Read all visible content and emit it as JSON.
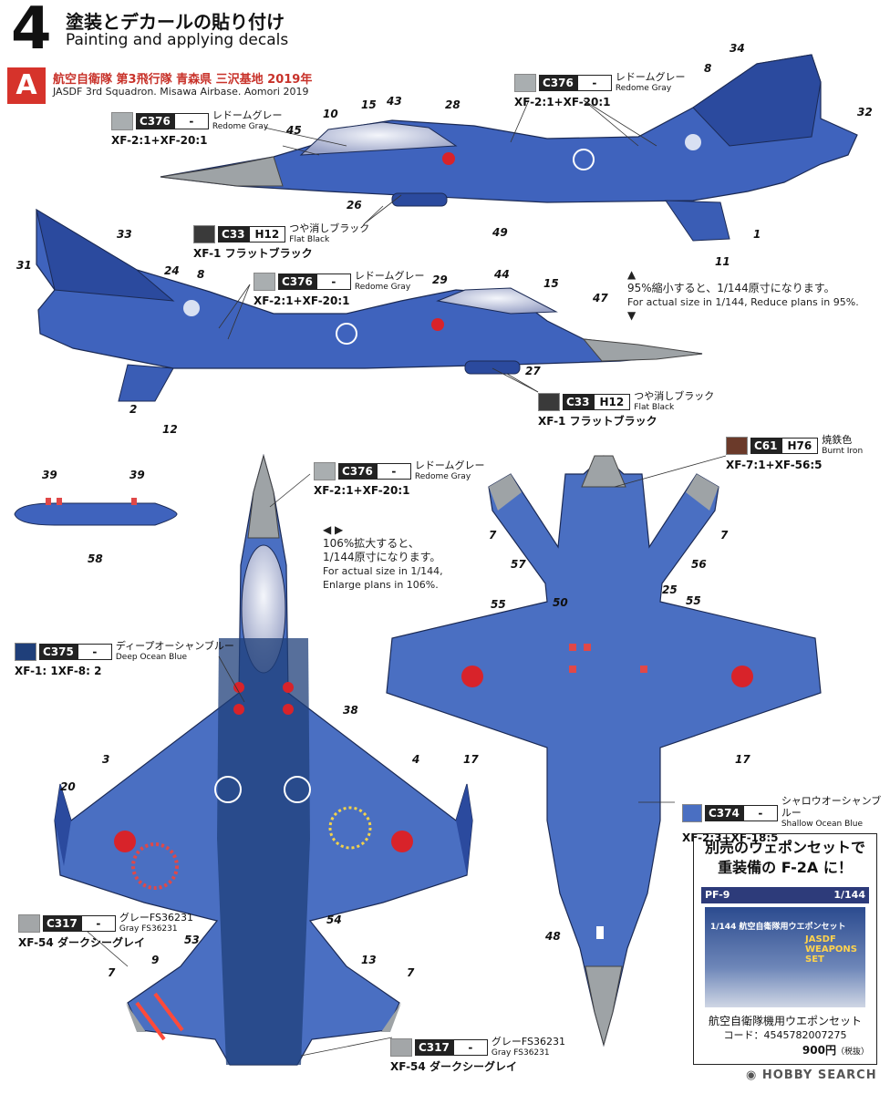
{
  "header": {
    "step": "4",
    "title_jp": "塗装とデカールの貼り付け",
    "title_en": "Painting and applying decals",
    "variant_letter": "A",
    "variant_jp": "航空自衛隊 第3飛行隊 青森県 三沢基地 2019年",
    "variant_en": "JASDF 3rd Squadron. Misawa Airbase. Aomori 2019"
  },
  "paints": {
    "c376_a": {
      "code": "C376",
      "alt": "-",
      "jp": "レドームグレー",
      "en": "Redome Gray",
      "mix": "XF-2:1+XF-20:1",
      "color": "#a9aeb0"
    },
    "c376_b": {
      "code": "C376",
      "alt": "-",
      "jp": "レドームグレー",
      "en": "Redome Gray",
      "mix": "XF-2:1+XF-20:1",
      "color": "#a9aeb0"
    },
    "c376_c": {
      "code": "C376",
      "alt": "-",
      "jp": "レドームグレー",
      "en": "Redome Gray",
      "mix": "XF-2:1+XF-20:1",
      "color": "#a9aeb0"
    },
    "c376_d": {
      "code": "C376",
      "alt": "-",
      "jp": "レドームグレー",
      "en": "Redome Gray",
      "mix": "XF-2:1+XF-20:1",
      "color": "#a9aeb0"
    },
    "c33_a": {
      "code": "C33",
      "alt": "H12",
      "jp": "つや消しブラック",
      "en": "Flat Black",
      "mix": "XF-1 フラットブラック",
      "color": "#3a3a3a"
    },
    "c33_b": {
      "code": "C33",
      "alt": "H12",
      "jp": "つや消しブラック",
      "en": "Flat Black",
      "mix": "XF-1 フラットブラック",
      "color": "#3a3a3a"
    },
    "c61": {
      "code": "C61",
      "alt": "H76",
      "jp": "焼鉄色",
      "en": "Burnt Iron",
      "mix": "XF-7:1+XF-56:5",
      "color": "#6b3a2a"
    },
    "c375": {
      "code": "C375",
      "alt": "-",
      "jp": "ディープオーシャンブルー",
      "en": "Deep Ocean Blue",
      "mix": "XF-1: 1XF-8: 2",
      "color": "#1f3f7a"
    },
    "c374": {
      "code": "C374",
      "alt": "-",
      "jp": "シャロウオーシャンブルー",
      "en": "Shallow Ocean Blue",
      "mix": "XF-2:3+XF-18:5",
      "color": "#4a6fc2"
    },
    "c317_a": {
      "code": "C317",
      "alt": "-",
      "jp": "グレーFS36231",
      "en": "Gray FS36231",
      "mix": "XF-54 ダークシーグレイ",
      "color": "#a3a6a8"
    },
    "c317_b": {
      "code": "C317",
      "alt": "-",
      "jp": "グレーFS36231",
      "en": "Gray FS36231",
      "mix": "XF-54 ダークシーグレイ",
      "color": "#a3a6a8"
    }
  },
  "notes": {
    "reduce_jp": "95%縮小すると、1/144原寸になります。",
    "reduce_en": "For actual size in 1/144, Reduce plans in 95%.",
    "enlarge_jp1": "106%拡大すると、",
    "enlarge_jp2": "1/144原寸になります。",
    "enlarge_en1": "For actual size in 1/144,",
    "enlarge_en2": "Enlarge plans in 106%."
  },
  "decal_numbers": [
    "34",
    "8",
    "32",
    "10",
    "15",
    "43",
    "28",
    "45",
    "26",
    "49",
    "1",
    "11",
    "33",
    "31",
    "24",
    "8",
    "29",
    "44",
    "15",
    "47",
    "2",
    "12",
    "27",
    "39",
    "39",
    "58",
    "38",
    "3",
    "4",
    "20",
    "54",
    "53",
    "9",
    "13",
    "7",
    "7",
    "7",
    "7",
    "57",
    "56",
    "25",
    "55",
    "50",
    "55",
    "17",
    "17",
    "48"
  ],
  "ad": {
    "headline1": "別売のウェポンセットで",
    "headline2": "重装備の F-2A に！",
    "product": "PF-9",
    "scale": "1/144",
    "box_title": "1/144 航空自衛隊用ウエポンセット",
    "box_logo": "JASDF WEAPONS SET",
    "caption": "航空自衛隊機用ウエポンセット",
    "code": "コード：4545782007275",
    "price": "900円",
    "tax": "（税抜）"
  },
  "footer": {
    "logo": "HOBBY SEARCH"
  }
}
